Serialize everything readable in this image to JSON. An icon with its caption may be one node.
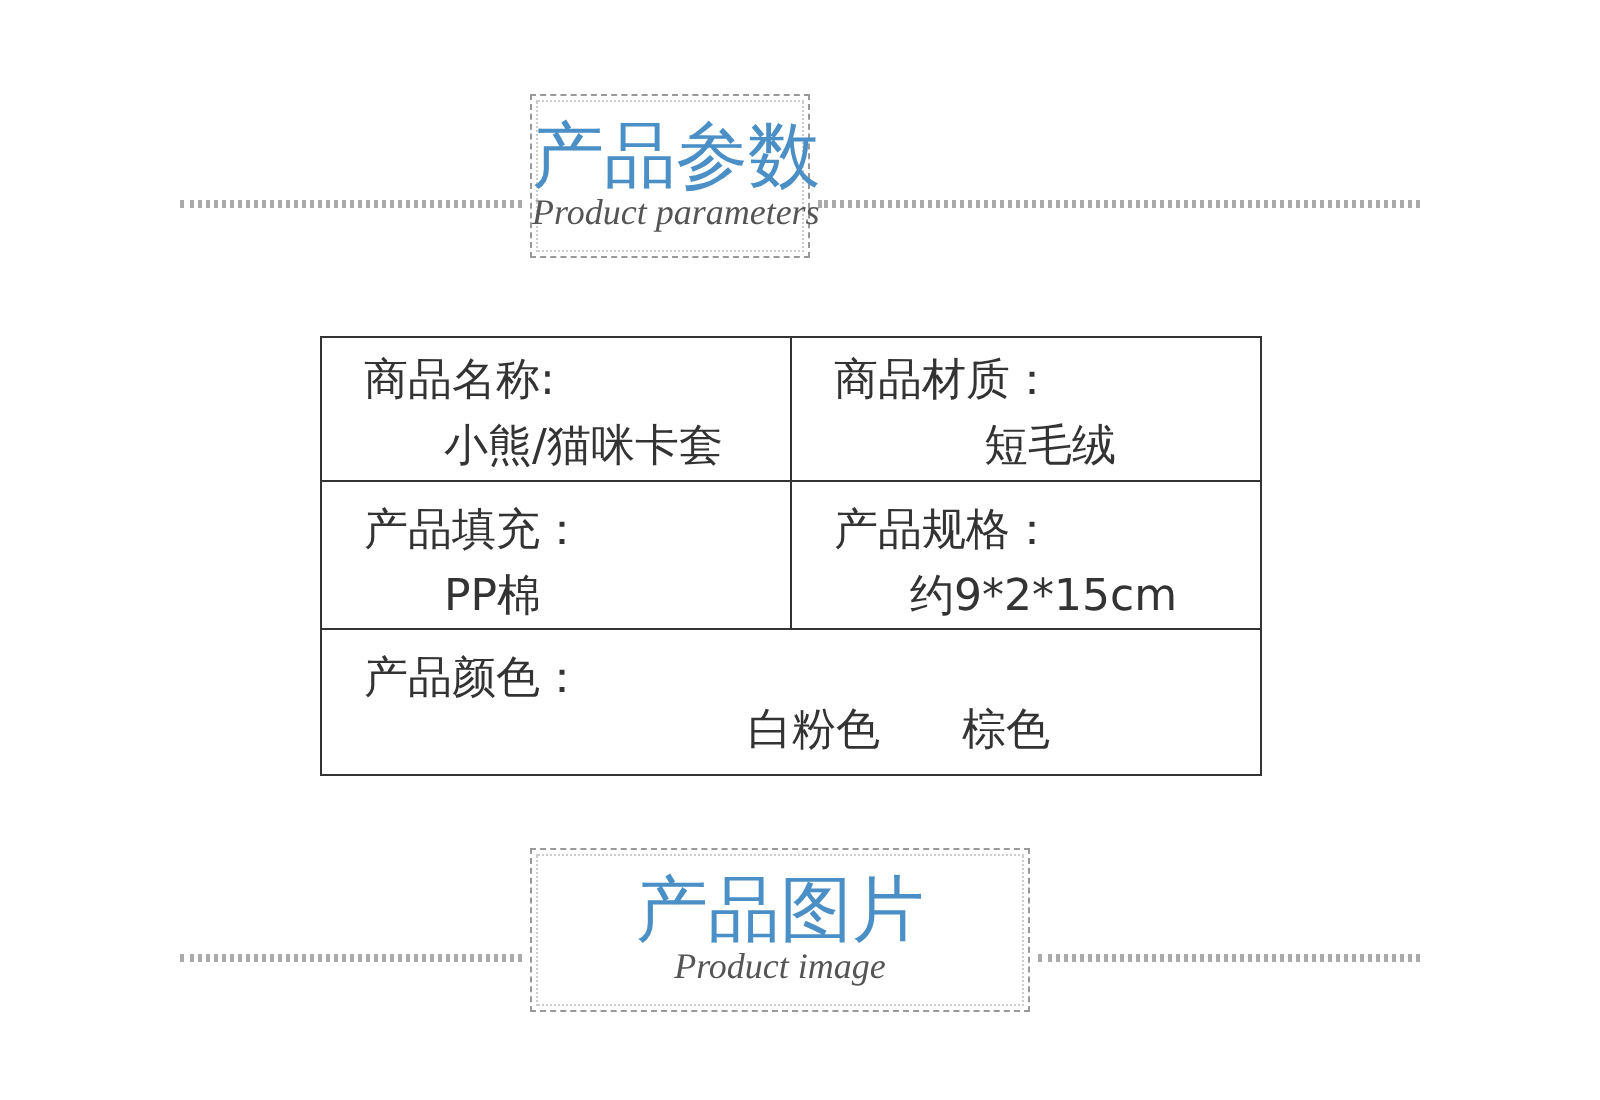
{
  "diagram": {
    "nodes": [
      {
        "text": [
          "产品参数",
          "Product parameters"
        ]
      },
      {
        "text": [
          "产品图片",
          "Product image"
        ]
      }
    ],
    "edges": [],
    "labels": [
      "商品名称:",
      "小熊/猫咪卡套",
      "商品材质：",
      "短毛绒",
      "产品填充：",
      "PP棉",
      "产品规格：",
      "约9*2*15cm",
      "产品颜色：",
      "白粉色",
      "棕色"
    ]
  }
}
